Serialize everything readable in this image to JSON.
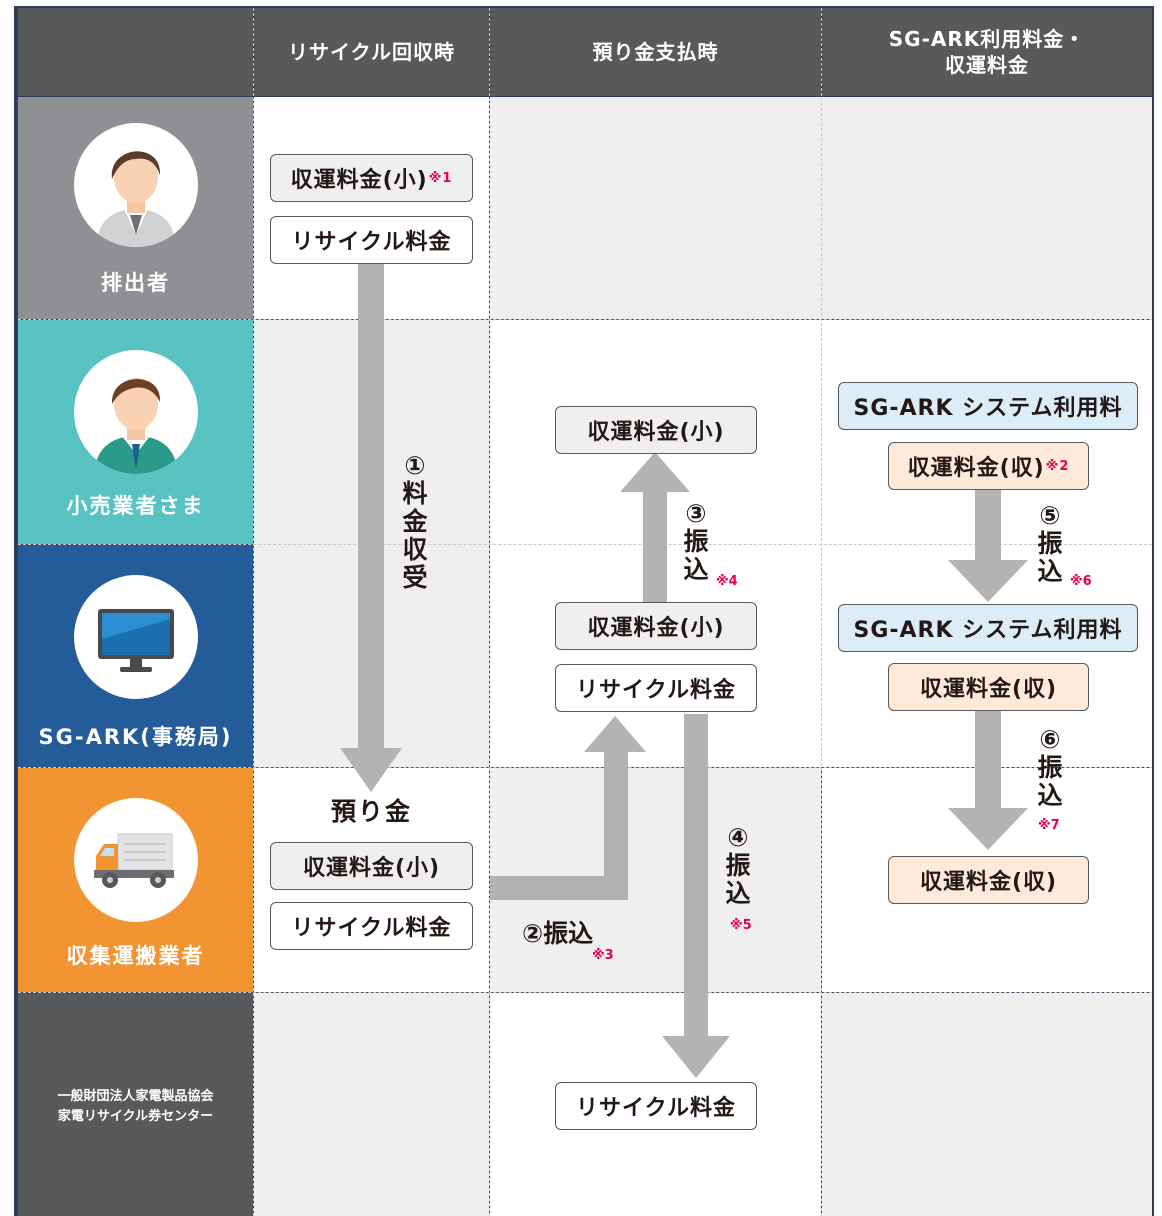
{
  "header": {
    "col1": "リサイクル回収時",
    "col2": "預り金支払時",
    "col3_line1": "SG-ARK利用料金・",
    "col3_line2": "収運料金"
  },
  "rows": {
    "discharger": "排出者",
    "retailer": "小売業者さま",
    "sgark": "SG-ARK(事務局)",
    "collector": "収集運搬業者",
    "center_line1": "一般財団法人家電製品協会",
    "center_line2": "家電リサイクル券センター"
  },
  "boxes": {
    "shuun_small": "収運料金(小)",
    "recycle_fee": "リサイクル料金",
    "sgark_fee": "SG-ARK システム利用料",
    "shuun_shu": "収運料金(収)",
    "azukari": "預り金"
  },
  "notes": {
    "n1": "※1",
    "n2": "※2",
    "n3": "※3",
    "n4": "※4",
    "n5": "※5",
    "n6": "※6",
    "n7": "※7"
  },
  "arrows": {
    "a1_num": "①",
    "a1_chars": [
      "料",
      "金",
      "収",
      "受"
    ],
    "a2_text": "②振込",
    "a3_num": "③",
    "a3_chars": [
      "振",
      "込"
    ],
    "a4_num": "④",
    "a4_chars": [
      "振",
      "込"
    ],
    "a5_num": "⑤",
    "a5_chars": [
      "振",
      "込"
    ],
    "a6_num": "⑥",
    "a6_chars": [
      "振",
      "込"
    ]
  },
  "colors": {
    "header_bg": "#58595b",
    "discharger_bg": "#8f9093",
    "retailer_bg": "#59c3c3",
    "sgark_bg": "#235c99",
    "collector_bg": "#f39433",
    "center_bg": "#58595b",
    "arrow": "#b3b3b3",
    "note_red": "#e6004c"
  },
  "icons": [
    "person-male-icon",
    "person-worker-icon",
    "monitor-icon",
    "truck-icon"
  ]
}
